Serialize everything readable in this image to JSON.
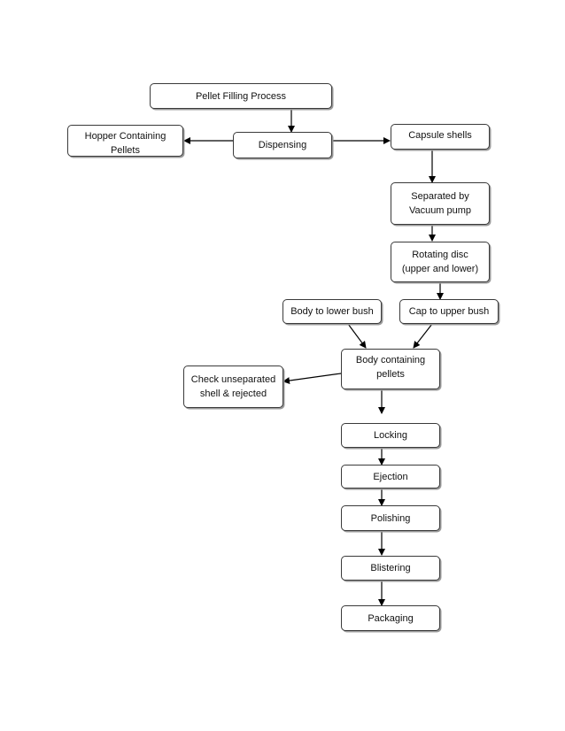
{
  "diagram": {
    "nodes": {
      "pellet_filling": "Pellet Filling Process",
      "hopper": "Hopper Containing\nPellets",
      "dispensing": "Dispensing",
      "capsule_shells": "Capsule shells",
      "separated": "Separated by\nVacuum pump",
      "rotating_disc": "Rotating disc\n(upper and lower)",
      "body_lower": "Body to lower bush",
      "cap_upper": "Cap to upper bush",
      "body_containing": "Body containing\npellets",
      "check_unseparated": "Check unseparated\nshell & rejected",
      "locking": "Locking",
      "ejection": "Ejection",
      "polishing": "Polishing",
      "blistering": "Blistering",
      "packaging": "Packaging"
    },
    "edges": [
      {
        "from": "pellet_filling",
        "to": "dispensing"
      },
      {
        "from": "dispensing",
        "to": "hopper"
      },
      {
        "from": "dispensing",
        "to": "capsule_shells"
      },
      {
        "from": "capsule_shells",
        "to": "separated"
      },
      {
        "from": "separated",
        "to": "rotating_disc"
      },
      {
        "from": "rotating_disc",
        "to": "cap_upper"
      },
      {
        "from": "body_lower",
        "to": "body_containing"
      },
      {
        "from": "cap_upper",
        "to": "body_containing"
      },
      {
        "from": "body_containing",
        "to": "check_unseparated"
      },
      {
        "from": "body_containing",
        "to": "locking"
      },
      {
        "from": "locking",
        "to": "ejection"
      },
      {
        "from": "ejection",
        "to": "polishing"
      },
      {
        "from": "polishing",
        "to": "blistering"
      },
      {
        "from": "blistering",
        "to": "packaging"
      }
    ]
  }
}
